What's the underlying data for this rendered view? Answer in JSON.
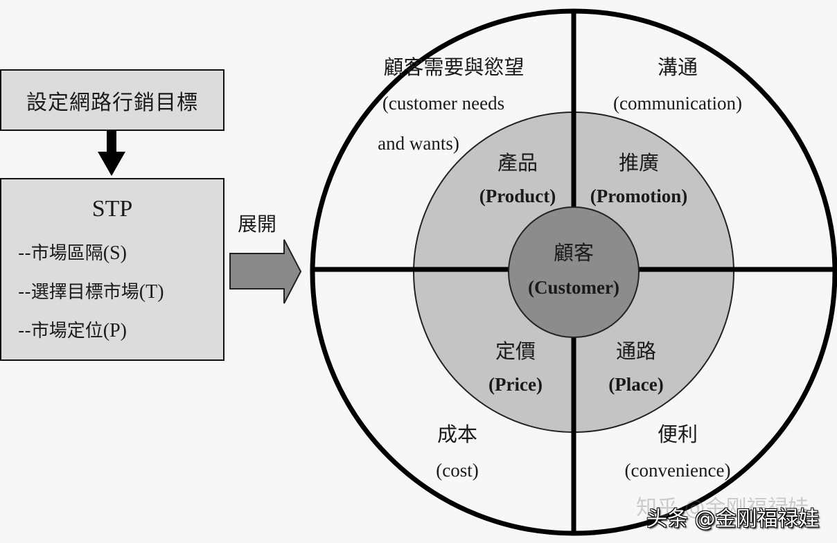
{
  "left_flow": {
    "goal_box": "設定網路行銷目標",
    "stp_box": {
      "title": "STP",
      "items": [
        {
          "cn": "--市場區隔",
          "en": "(S)"
        },
        {
          "cn": "--選擇目標市場",
          "en": "(T)"
        },
        {
          "cn": "--市場定位",
          "en": "(P)"
        }
      ]
    },
    "expand_label": "展開"
  },
  "circle_diagram": {
    "center": {
      "cn": "顧客",
      "en": "(Customer)"
    },
    "inner_ring": {
      "top_left": {
        "cn": "產品",
        "en": "(Product)"
      },
      "top_right": {
        "cn": "推廣",
        "en": "(Promotion)"
      },
      "bottom_left": {
        "cn": "定價",
        "en": "(Price)"
      },
      "bottom_right": {
        "cn": "通路",
        "en": "(Place)"
      }
    },
    "outer_ring": {
      "top_left": {
        "cn": "顧客需要與慾望",
        "en_line1": "(customer needs",
        "en_line2": "and wants)"
      },
      "top_right": {
        "cn": "溝通",
        "en": "(communication)"
      },
      "bottom_left": {
        "cn": "成本",
        "en": "(cost)"
      },
      "bottom_right": {
        "cn": "便利",
        "en": "(convenience)"
      }
    },
    "colors": {
      "outer_fill": "#f7f7f8",
      "inner_fill": "#c4c4c4",
      "center_fill": "#8c8c8c",
      "stroke": "#000000"
    }
  },
  "watermark": {
    "faint": "知乎 @金刚福禄娃",
    "main": "头条 @金刚福禄娃"
  }
}
